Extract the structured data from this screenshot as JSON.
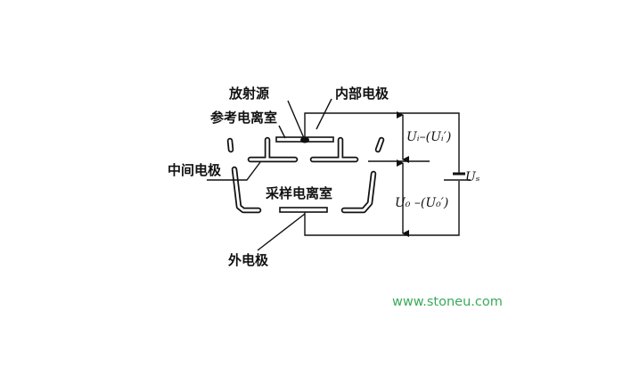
{
  "labels": {
    "radiation_source": "放射源",
    "inner_electrode": "内部电极",
    "reference_chamber": "参考电离室",
    "middle_electrode": "中间电极",
    "sampling_chamber": "采样电离室",
    "outer_electrode": "外电极"
  },
  "voltages": {
    "upper": "Uᵢ–(Uᵢ′)",
    "lower": "U₀ –(U₀′)",
    "source": "Uₛ"
  },
  "watermark": "www.stoneu.com"
}
